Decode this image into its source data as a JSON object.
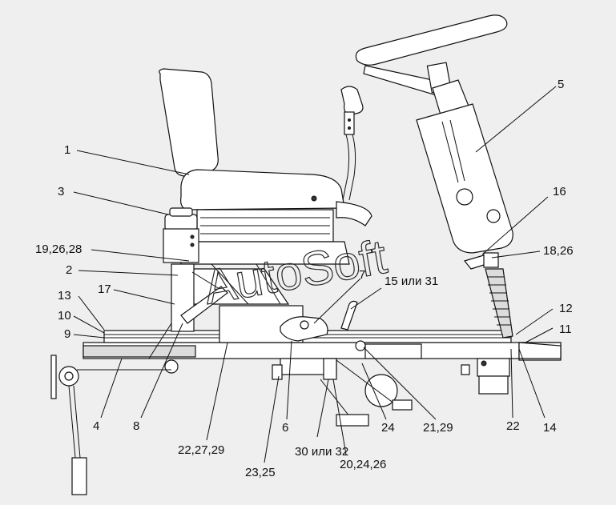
{
  "watermark": "AutoSoft",
  "callouts": [
    {
      "id": "c1",
      "text": "1"
    },
    {
      "id": "c3",
      "text": "3"
    },
    {
      "id": "c19",
      "text": "19,26,28"
    },
    {
      "id": "c2",
      "text": "2"
    },
    {
      "id": "c17",
      "text": "17"
    },
    {
      "id": "c13",
      "text": "13"
    },
    {
      "id": "c10",
      "text": "10"
    },
    {
      "id": "c9",
      "text": "9"
    },
    {
      "id": "c4",
      "text": "4"
    },
    {
      "id": "c8",
      "text": "8"
    },
    {
      "id": "c22a",
      "text": "22,27,29"
    },
    {
      "id": "c23",
      "text": "23,25"
    },
    {
      "id": "c6",
      "text": "6"
    },
    {
      "id": "c30",
      "text": "30 или 32"
    },
    {
      "id": "c20",
      "text": "20,24,26"
    },
    {
      "id": "c24",
      "text": "24"
    },
    {
      "id": "c21",
      "text": "21,29"
    },
    {
      "id": "c22b",
      "text": "22"
    },
    {
      "id": "c14",
      "text": "14"
    },
    {
      "id": "c11",
      "text": "11"
    },
    {
      "id": "c12",
      "text": "12"
    },
    {
      "id": "c18",
      "text": "18,26"
    },
    {
      "id": "c16",
      "text": "16"
    },
    {
      "id": "c5",
      "text": "5"
    },
    {
      "id": "c7",
      "text": "7"
    },
    {
      "id": "c15",
      "text": "15 или 31"
    }
  ]
}
